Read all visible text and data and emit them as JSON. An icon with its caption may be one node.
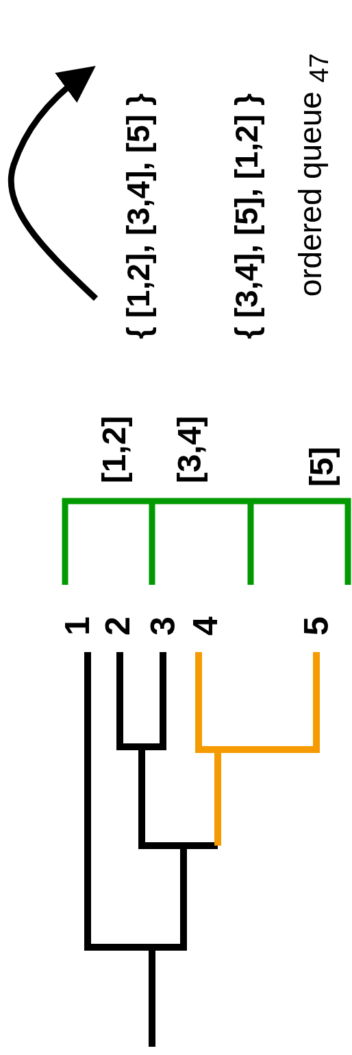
{
  "diagram": {
    "labels": [
      "1",
      "2",
      "3",
      "4",
      "5",
      "[1,2]",
      "[3,4]",
      "[5]",
      "{ [1,2], [3,4], [5] }",
      "{ [3,4], [5], [1,2] }",
      "ordered queue $_{47}$"
    ]
  }
}
